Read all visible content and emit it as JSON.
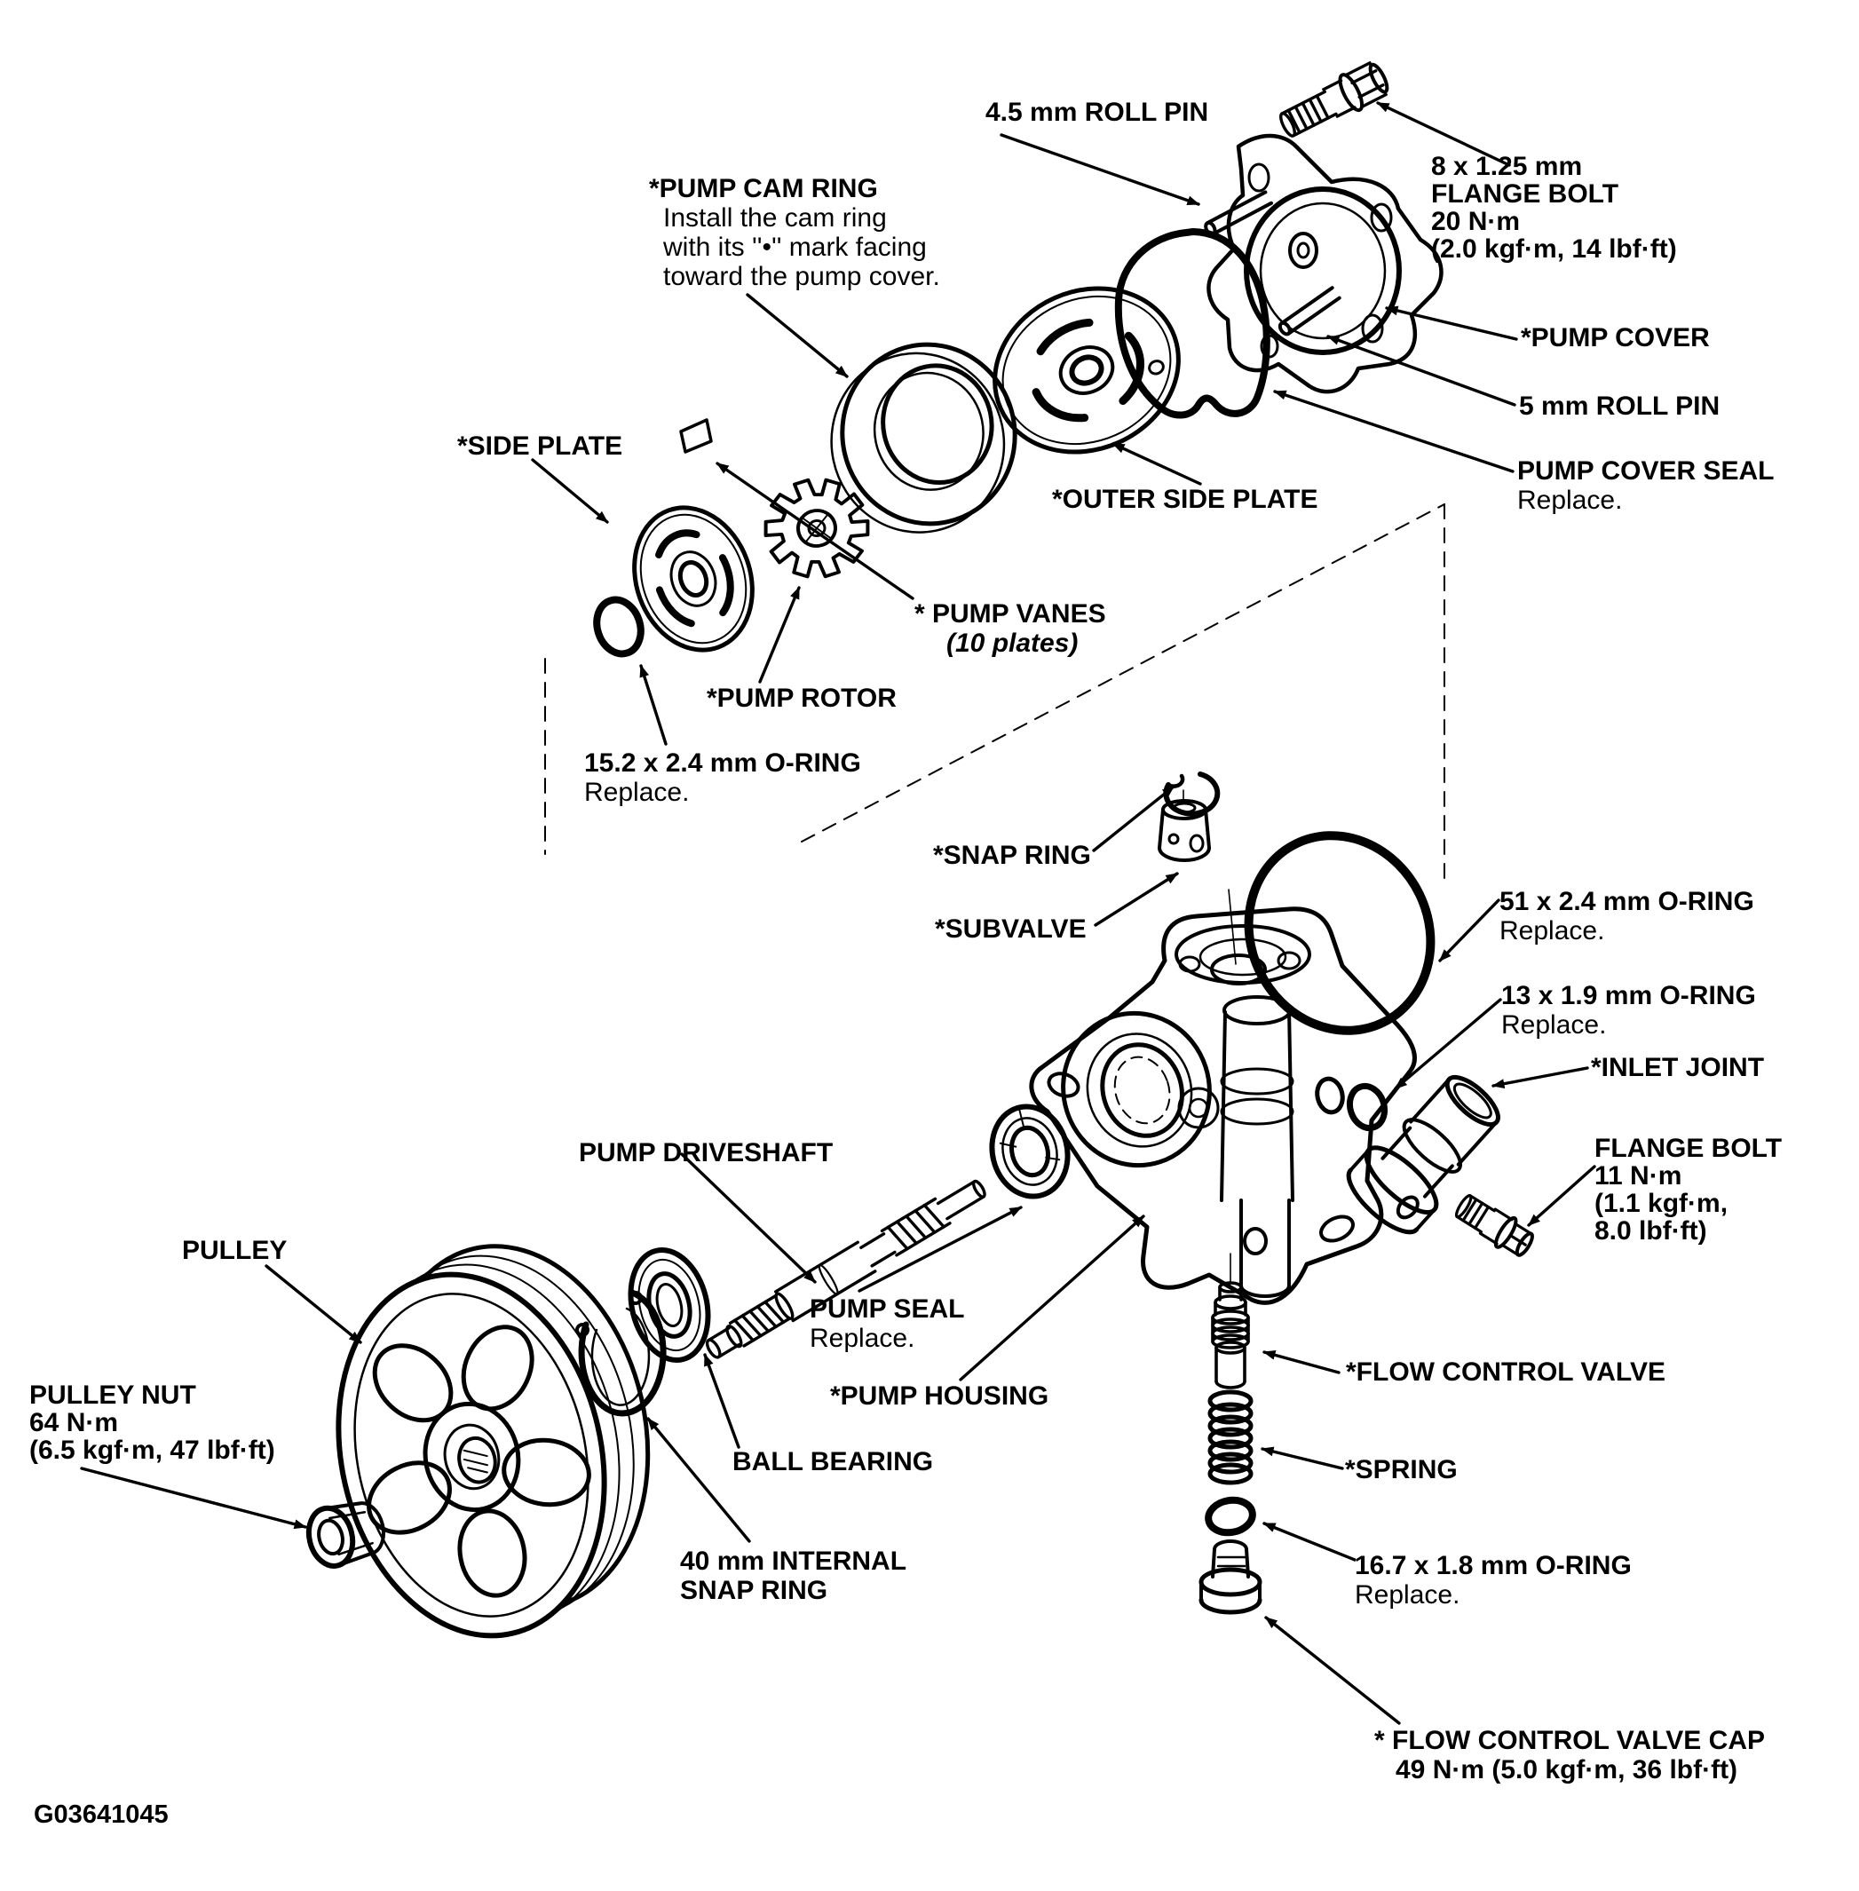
{
  "figure_id": "G03641045",
  "colors": {
    "ink": "#000000",
    "paper": "#ffffff"
  },
  "labels": {
    "roll_pin_45": "4.5 mm ROLL PIN",
    "pump_cam_ring": "*PUMP CAM RING",
    "pump_cam_ring_note1": "Install the cam ring",
    "pump_cam_ring_note2": "with its ''•'' mark facing",
    "pump_cam_ring_note3": "toward the pump cover.",
    "flange_bolt8_l1": "8 x 1.25 mm",
    "flange_bolt8_l2": "FLANGE BOLT",
    "flange_bolt8_l3": "20 N·m",
    "flange_bolt8_l4": "(2.0 kgf·m, 14 lbf·ft)",
    "pump_cover": "*PUMP COVER",
    "roll_pin_5": "5 mm ROLL PIN",
    "pump_cover_seal": "PUMP COVER SEAL",
    "pump_cover_seal_note": "Replace.",
    "outer_side_plate": "*OUTER SIDE PLATE",
    "side_plate": "*SIDE PLATE",
    "pump_vanes": "* PUMP VANES",
    "pump_vanes_note": "(10 plates)",
    "pump_rotor": "*PUMP ROTOR",
    "oring_152": "15.2 x 2.4 mm O-RING",
    "oring_152_note": "Replace.",
    "snap_ring": "*SNAP RING",
    "subvalve": "*SUBVALVE",
    "oring_51": "51 x 2.4 mm O-RING",
    "oring_51_note": "Replace.",
    "oring_13": "13 x 1.9 mm O-RING",
    "oring_13_note": "Replace.",
    "inlet_joint": "*INLET JOINT",
    "flange_bolt11_l1": "FLANGE BOLT",
    "flange_bolt11_l2": "11 N·m",
    "flange_bolt11_l3": "(1.1 kgf·m,",
    "flange_bolt11_l4": "8.0 lbf·ft)",
    "pump_driveshaft": "PUMP DRIVESHAFT",
    "pump_seal": "PUMP SEAL",
    "pump_seal_note": "Replace.",
    "pump_housing": "*PUMP HOUSING",
    "ball_bearing": "BALL BEARING",
    "pulley": "PULLEY",
    "pulley_nut_l1": "PULLEY NUT",
    "pulley_nut_l2": "64 N·m",
    "pulley_nut_l3": "(6.5 kgf·m, 47 lbf·ft)",
    "snap_ring_40_l1": "40 mm INTERNAL",
    "snap_ring_40_l2": "SNAP RING",
    "flow_control_valve": "*FLOW CONTROL VALVE",
    "spring": "*SPRING",
    "oring_167": "16.7 x 1.8 mm O-RING",
    "oring_167_note": "Replace.",
    "fcv_cap_l1": "* FLOW CONTROL VALVE CAP",
    "fcv_cap_l2": "49 N·m (5.0 kgf·m, 36 lbf·ft)"
  }
}
